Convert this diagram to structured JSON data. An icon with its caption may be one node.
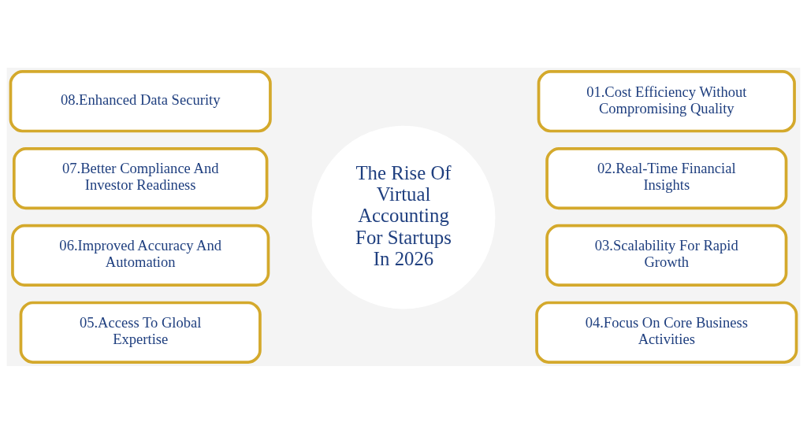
{
  "diagram": {
    "nodes": [
      {
        "text": [
          "The Rise Of Virtual Accounting For Startups In 2026"
        ]
      },
      {
        "text": [
          "01.Cost Efficiency Without Compromising Quality"
        ]
      },
      {
        "text": [
          "02.Real-Time Financial Insights"
        ]
      },
      {
        "text": [
          "03.Scalability For Rapid Growth"
        ]
      },
      {
        "text": [
          "04.Focus On Core Business Activities"
        ]
      },
      {
        "text": [
          "05.Access To Global Expertise"
        ]
      },
      {
        "text": [
          "06.Improved Accuracy And Automation"
        ]
      },
      {
        "text": [
          "07.Better Compliance And Investor Readiness"
        ]
      },
      {
        "text": [
          "08.Enhanced Data Security"
        ]
      }
    ],
    "edges": []
  }
}
